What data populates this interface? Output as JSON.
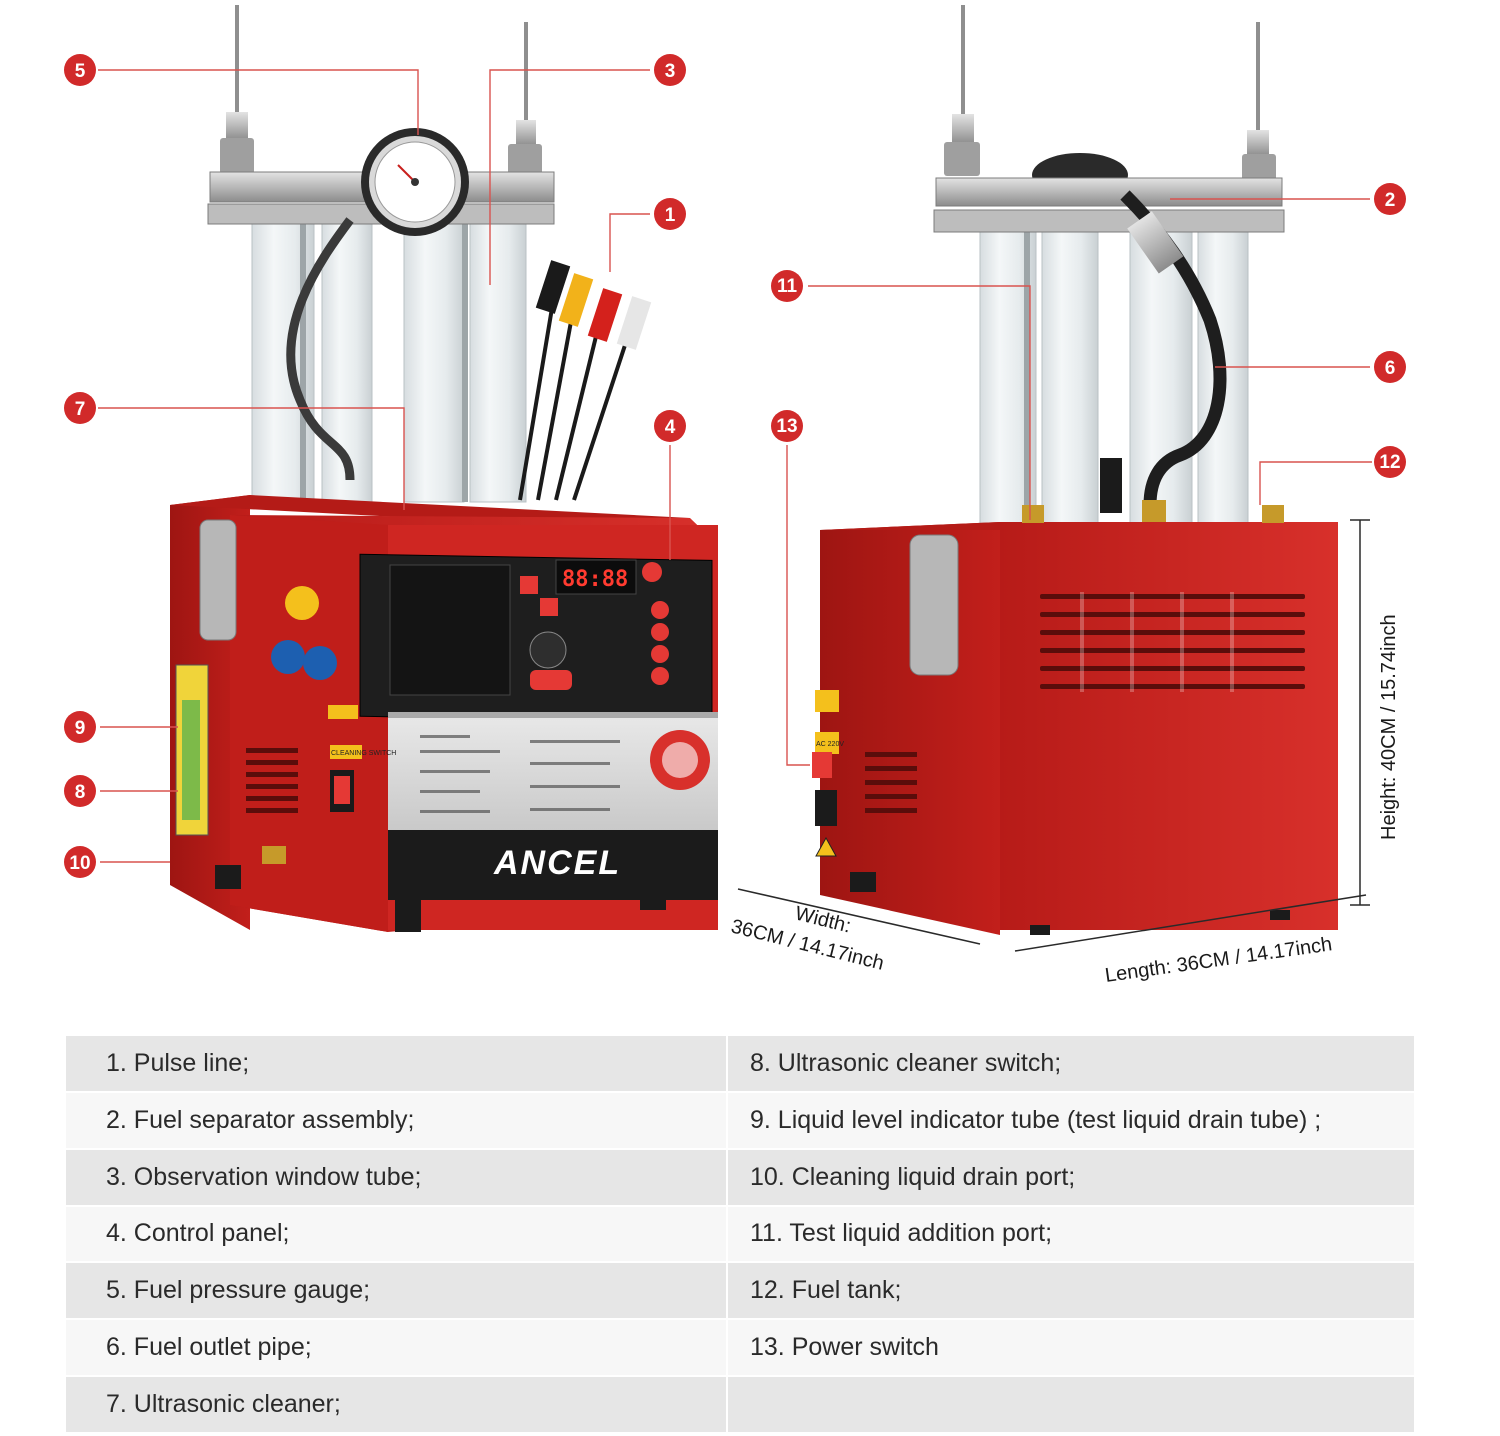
{
  "brand": "ANCEL",
  "display_reading": "88:88",
  "dimensions": {
    "width_line1": "Width:",
    "width_line2": "36CM / 14.17inch",
    "length": "Length: 36CM / 14.17inch",
    "height": "Height: 40CM / 15.74inch"
  },
  "panel_labels": {
    "cleaning_switch": "CLEANING SWITCH",
    "ac_voltage": "AC 220V"
  },
  "callouts": [
    "5",
    "3",
    "1",
    "7",
    "4",
    "9",
    "8",
    "10",
    "2",
    "11",
    "6",
    "13",
    "12"
  ],
  "legend": {
    "left": [
      "1. Pulse line;",
      "2. Fuel separator assembly;",
      "3. Observation window tube;",
      "4. Control panel;",
      "5. Fuel pressure gauge;",
      "6. Fuel outlet pipe;",
      "7. Ultrasonic cleaner;"
    ],
    "right": [
      "8. Ultrasonic cleaner switch;",
      "9. Liquid level indicator tube (test liquid drain tube) ;",
      "10. Cleaning liquid drain port;",
      "11. Test liquid addition port;",
      "12. Fuel tank;",
      "13. Power switch",
      ""
    ]
  },
  "colors": {
    "machine_red": "#c8201d",
    "callout_red": "#d12a2a",
    "leader_line": "#d9534f",
    "table_row_dark": "#e6e6e6",
    "table_row_light": "#f7f7f7"
  }
}
